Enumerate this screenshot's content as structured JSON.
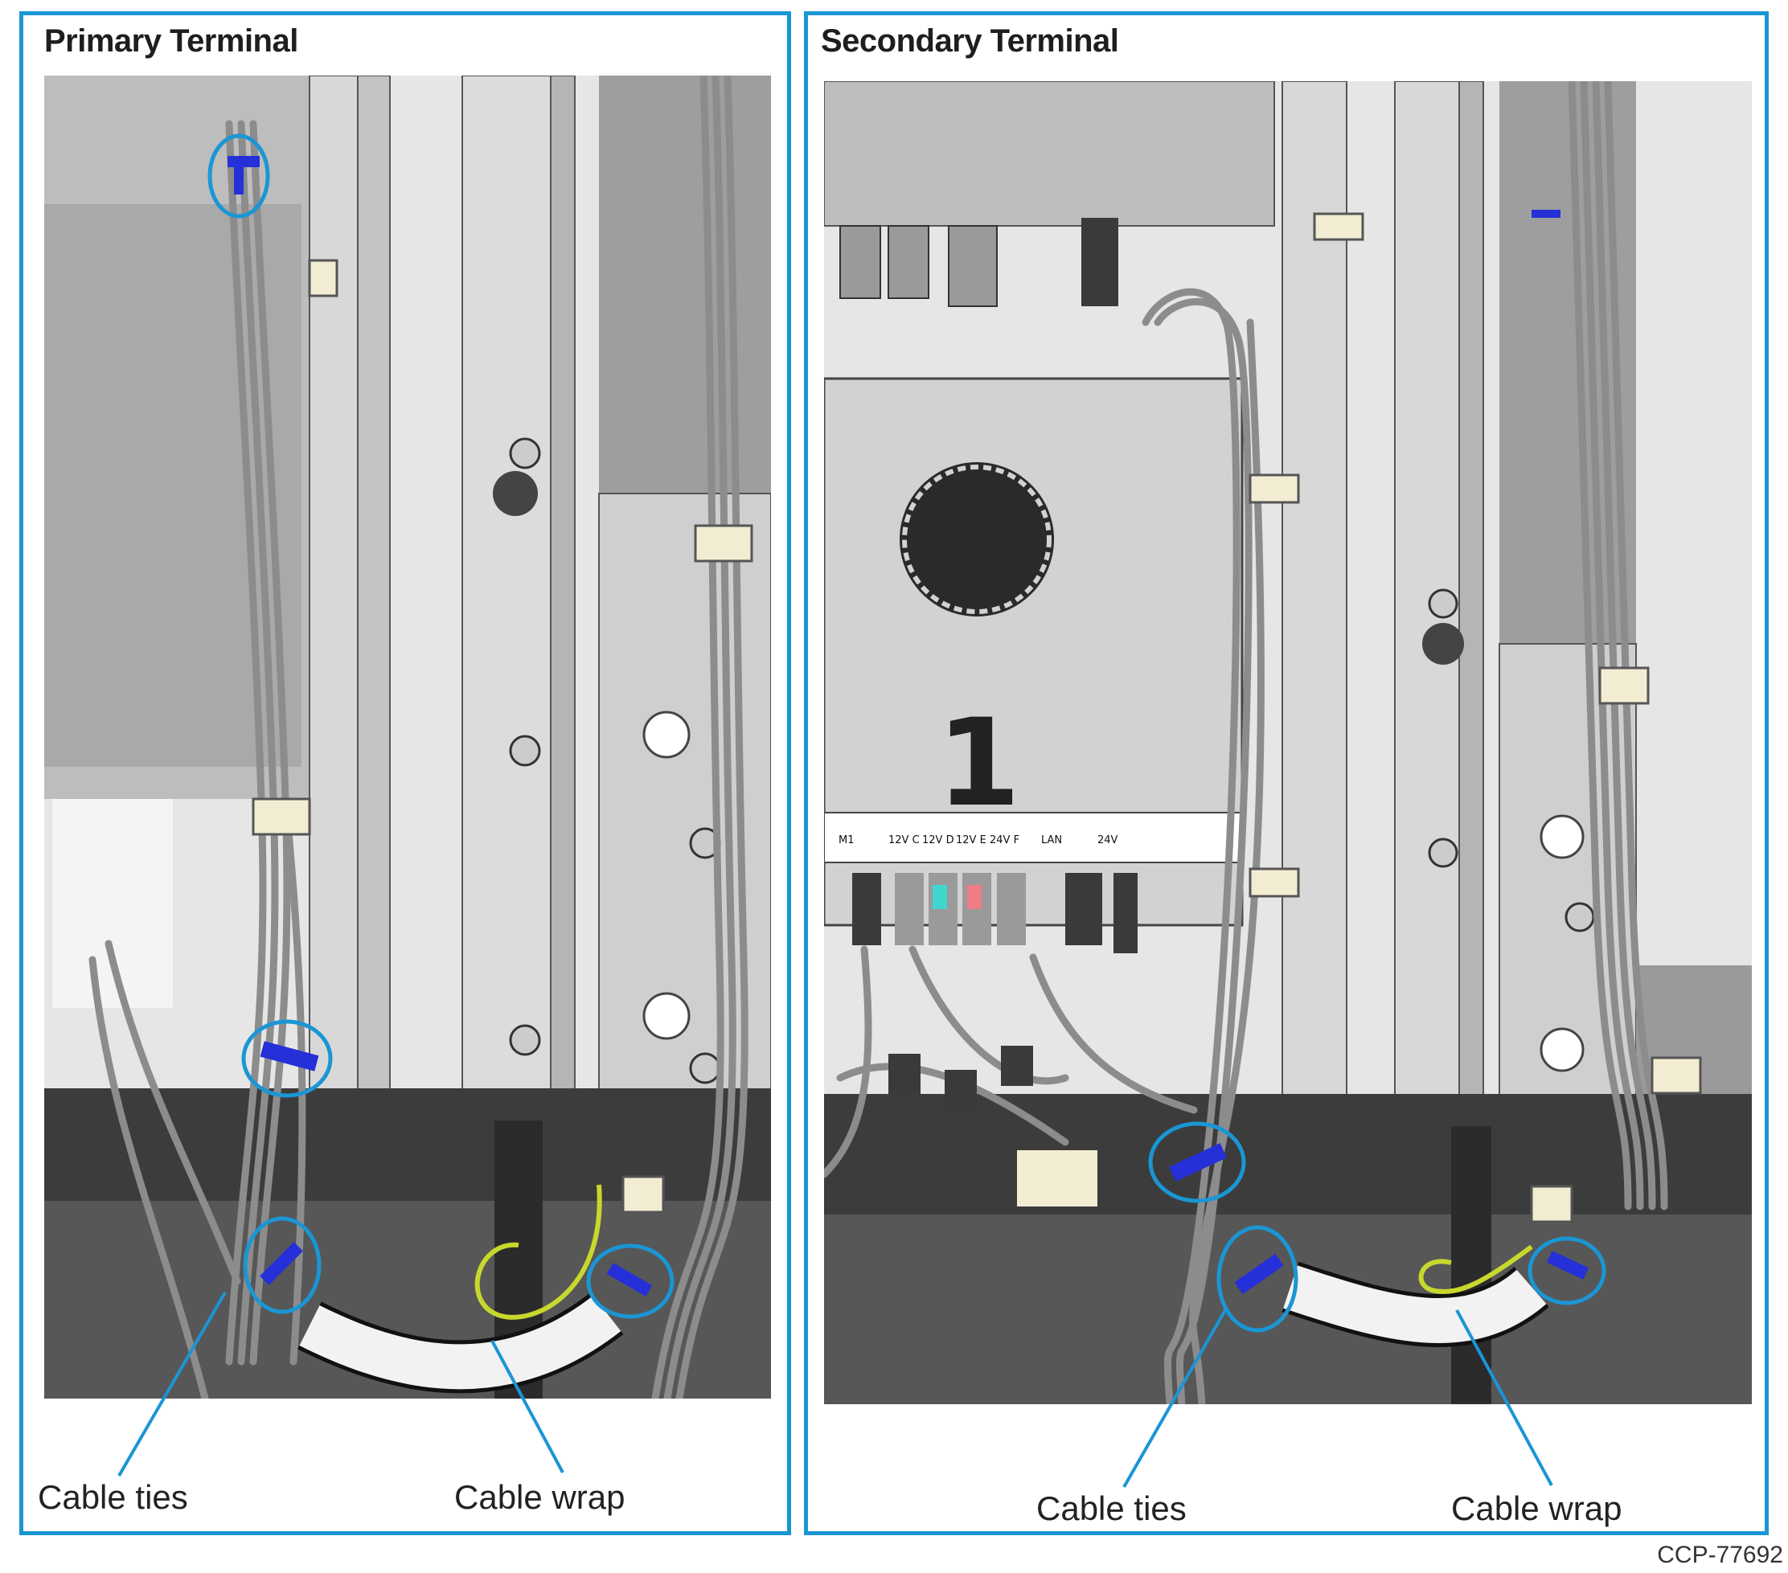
{
  "panels": [
    {
      "title": "Primary Terminal",
      "label_cable_ties": "Cable ties",
      "label_cable_wrap": "Cable wrap"
    },
    {
      "title": "Secondary Terminal",
      "label_cable_ties": "Cable ties",
      "label_cable_wrap": "Cable wrap",
      "pc_number": "1",
      "port_labels": [
        "M1",
        "12V C",
        "12V D",
        "12V E",
        "24V F",
        "LAN",
        "24V"
      ]
    }
  ],
  "figure_id": "CCP-77692",
  "colors": {
    "frame": "#1a96d4",
    "cable_tie": "#2530d8",
    "cable": "#8c8c8c",
    "wrap": "#f2f2f2"
  }
}
